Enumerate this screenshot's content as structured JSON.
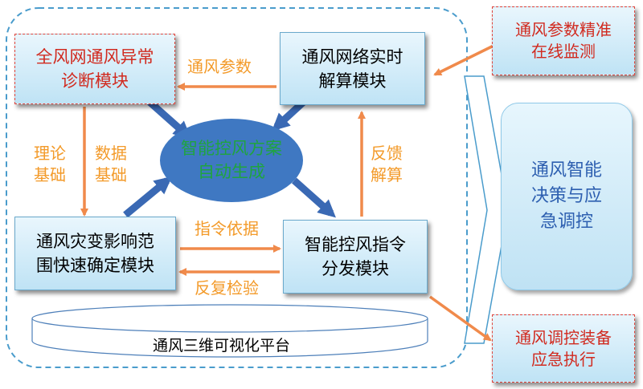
{
  "modules": {
    "anomaly_diagnosis": "全风网通风异常\n诊断模块",
    "realtime_solver": "通风网络实时\n解算模块",
    "disaster_range": "通风灾变影响范\n围快速确定模块",
    "command_dispatch": "智能控风指令\n分发模块"
  },
  "center": "智能控风方案\n自动生成",
  "arrow_labels": {
    "ventilation_params": "通风参数",
    "theory_basis": "理论\n基础",
    "data_basis": "数据\n基础",
    "feedback_solve": "反馈\n解算",
    "command_basis": "指令依据",
    "repeated_check": "反复检验"
  },
  "platform": "通风三维可视化平台",
  "external": {
    "monitoring": "通风参数精准\n在线监测",
    "execution": "通风调控装备\n应急执行"
  },
  "decision": "通风智能\n决策与应\n急调控",
  "colors": {
    "box_border_red": "#e0443c",
    "box_text_red": "#d12a1f",
    "orange_arrow": "#f08a4b",
    "orange_label": "#f39a29",
    "blue_arrow": "#3a69b4",
    "ellipse": "#3f78c2",
    "ellipse_text": "#1fa43f",
    "dashed_frame": "#4a9ccc",
    "decision_text": "#2d5fb0"
  }
}
